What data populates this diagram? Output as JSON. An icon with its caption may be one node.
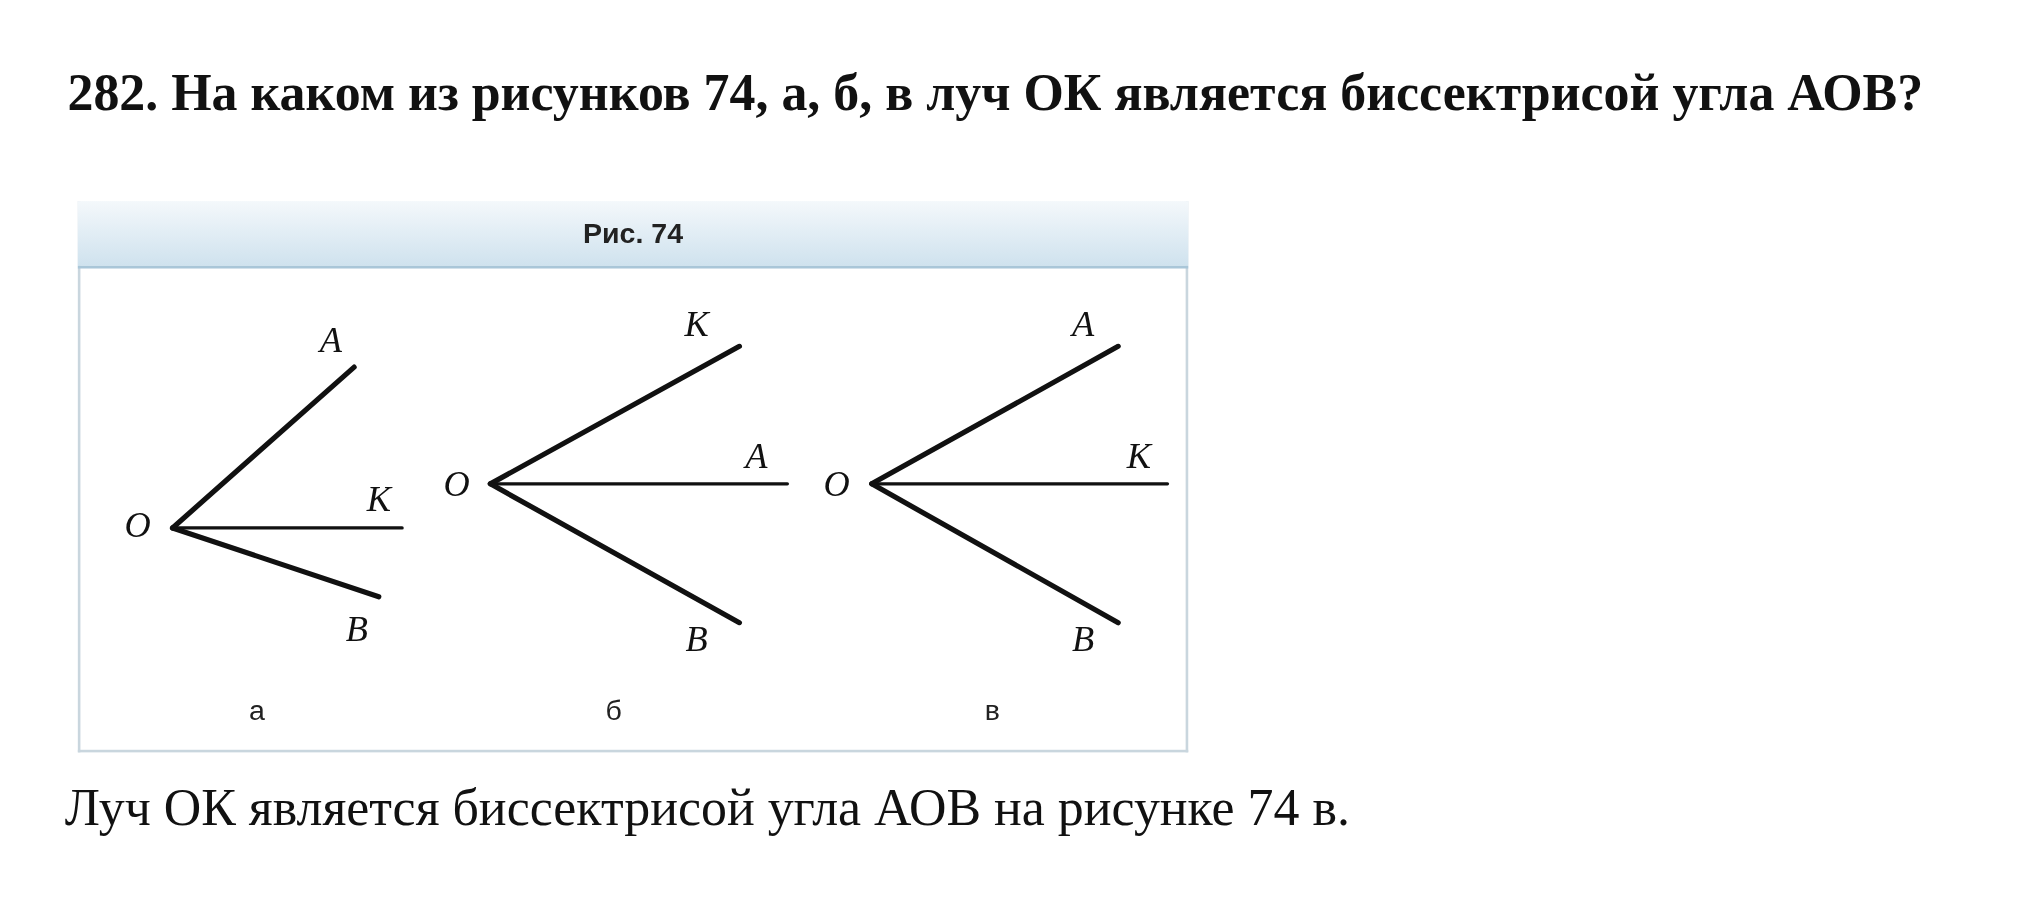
{
  "diagram": {
    "title": "282. На каком из рисунков 74, а, б, в луч ОК является биссектрисой угла АОВ?",
    "caption": "Луч ОК является биссектрисой угла АОВ на рисунке 74 в.",
    "labels": [
      "Рис. 74",
      "A",
      "K",
      "O",
      "B",
      "а",
      "K",
      "A",
      "O",
      "B",
      "б",
      "A",
      "K",
      "O",
      "B",
      "в"
    ]
  }
}
